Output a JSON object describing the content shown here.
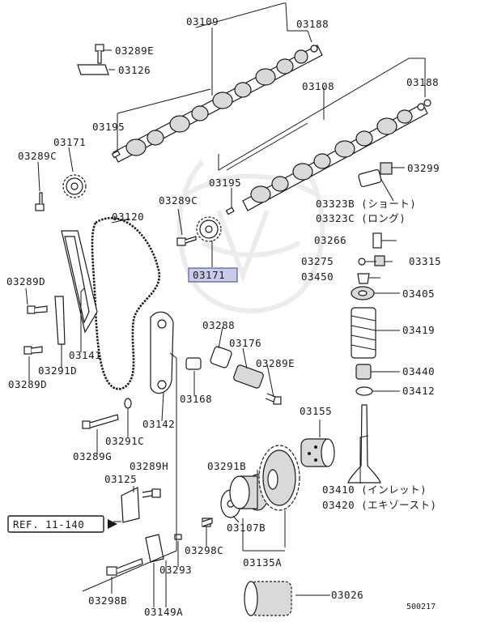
{
  "labels": {
    "p03109": "03109",
    "p03188a": "03188",
    "p03289e_top": "03289E",
    "p03126": "03126",
    "p03108": "03108",
    "p03188b": "03188",
    "p03195a": "03195",
    "p03171": "03171",
    "p03289c_left": "03289C",
    "p03195b": "03195",
    "p03299": "03299",
    "p03323b": "03323B (ショート)",
    "p03323c": "03323C (ロング)",
    "p03289c_mid": "03289C",
    "p03120": "03120",
    "p03266": "03266",
    "p03171_hl": "03171",
    "p03275": "03275",
    "p03315": "03315",
    "p03450": "03450",
    "p03405": "03405",
    "p03289d_a": "03289D",
    "p03288": "03288",
    "p03419": "03419",
    "p03176": "03176",
    "p03141": "03141",
    "p03291d": "03291D",
    "p03289e_mid": "03289E",
    "p03289d_b": "03289D",
    "p03440": "03440",
    "p03168": "03168",
    "p03412": "03412",
    "p03155": "03155",
    "p03142": "03142",
    "p03291c": "03291C",
    "p03289g": "03289G",
    "p03289h": "03289H",
    "p03291b": "03291B",
    "p03125": "03125",
    "p03410": "03410 (インレット)",
    "p03420": "03420 (エキゾースト)",
    "ref": "REF. 11-140",
    "p03107b": "03107B",
    "p03298c": "03298C",
    "p03135a": "03135A",
    "p03293": "03293",
    "p03026": "03026",
    "p03298b": "03298B",
    "p03149a": "03149A",
    "diagram_no": "500217"
  }
}
